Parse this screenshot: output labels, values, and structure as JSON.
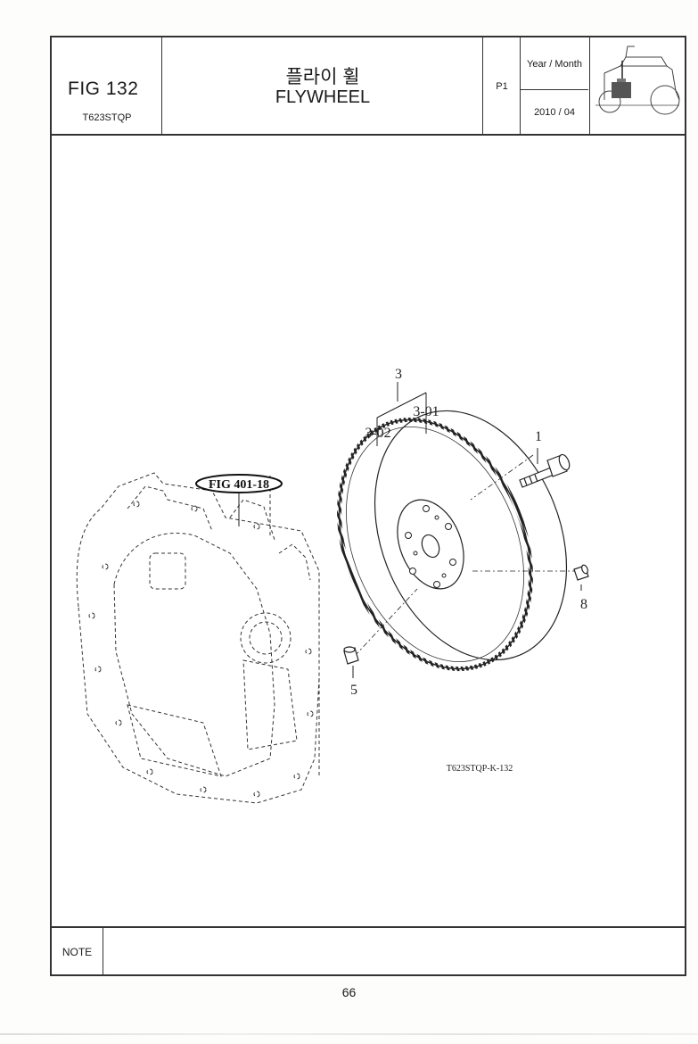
{
  "header": {
    "fig_number": "FIG 132",
    "model": "T623STQP",
    "title_korean": "플라이 휠",
    "title_english": "FLYWHEEL",
    "page_code": "P1",
    "date_label": "Year / Month",
    "date_value": "2010 / 04",
    "icon": "tractor-icon"
  },
  "diagram": {
    "reference_label": "FIG 401-18",
    "drawing_number": "T623STQP-K-132",
    "part_labels": {
      "p3": "3",
      "p3_01": "3-01",
      "p3_02": "3-02",
      "p1": "1",
      "p8": "8",
      "p5": "5"
    }
  },
  "footer": {
    "note_label": "NOTE",
    "page_number": "66"
  }
}
